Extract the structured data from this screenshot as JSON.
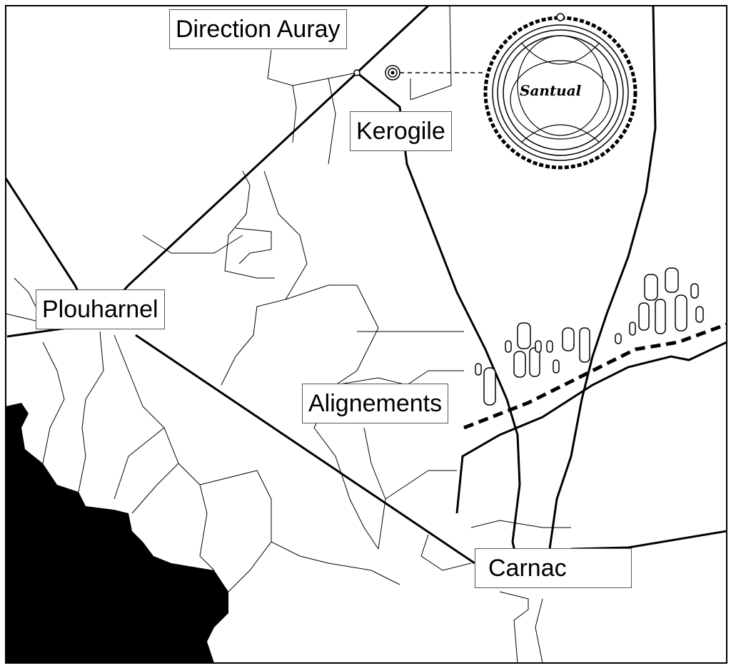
{
  "labels": {
    "direction_auray": "Direction Auray",
    "kerogile": "Kerogile",
    "plouharnel": "Plouharnel",
    "alignements": "Alignements",
    "carnac": "Carnac"
  },
  "logo": {
    "text": "Santual"
  },
  "colors": {
    "land": "#ffffff",
    "sea": "#000000",
    "road": "#000000"
  }
}
